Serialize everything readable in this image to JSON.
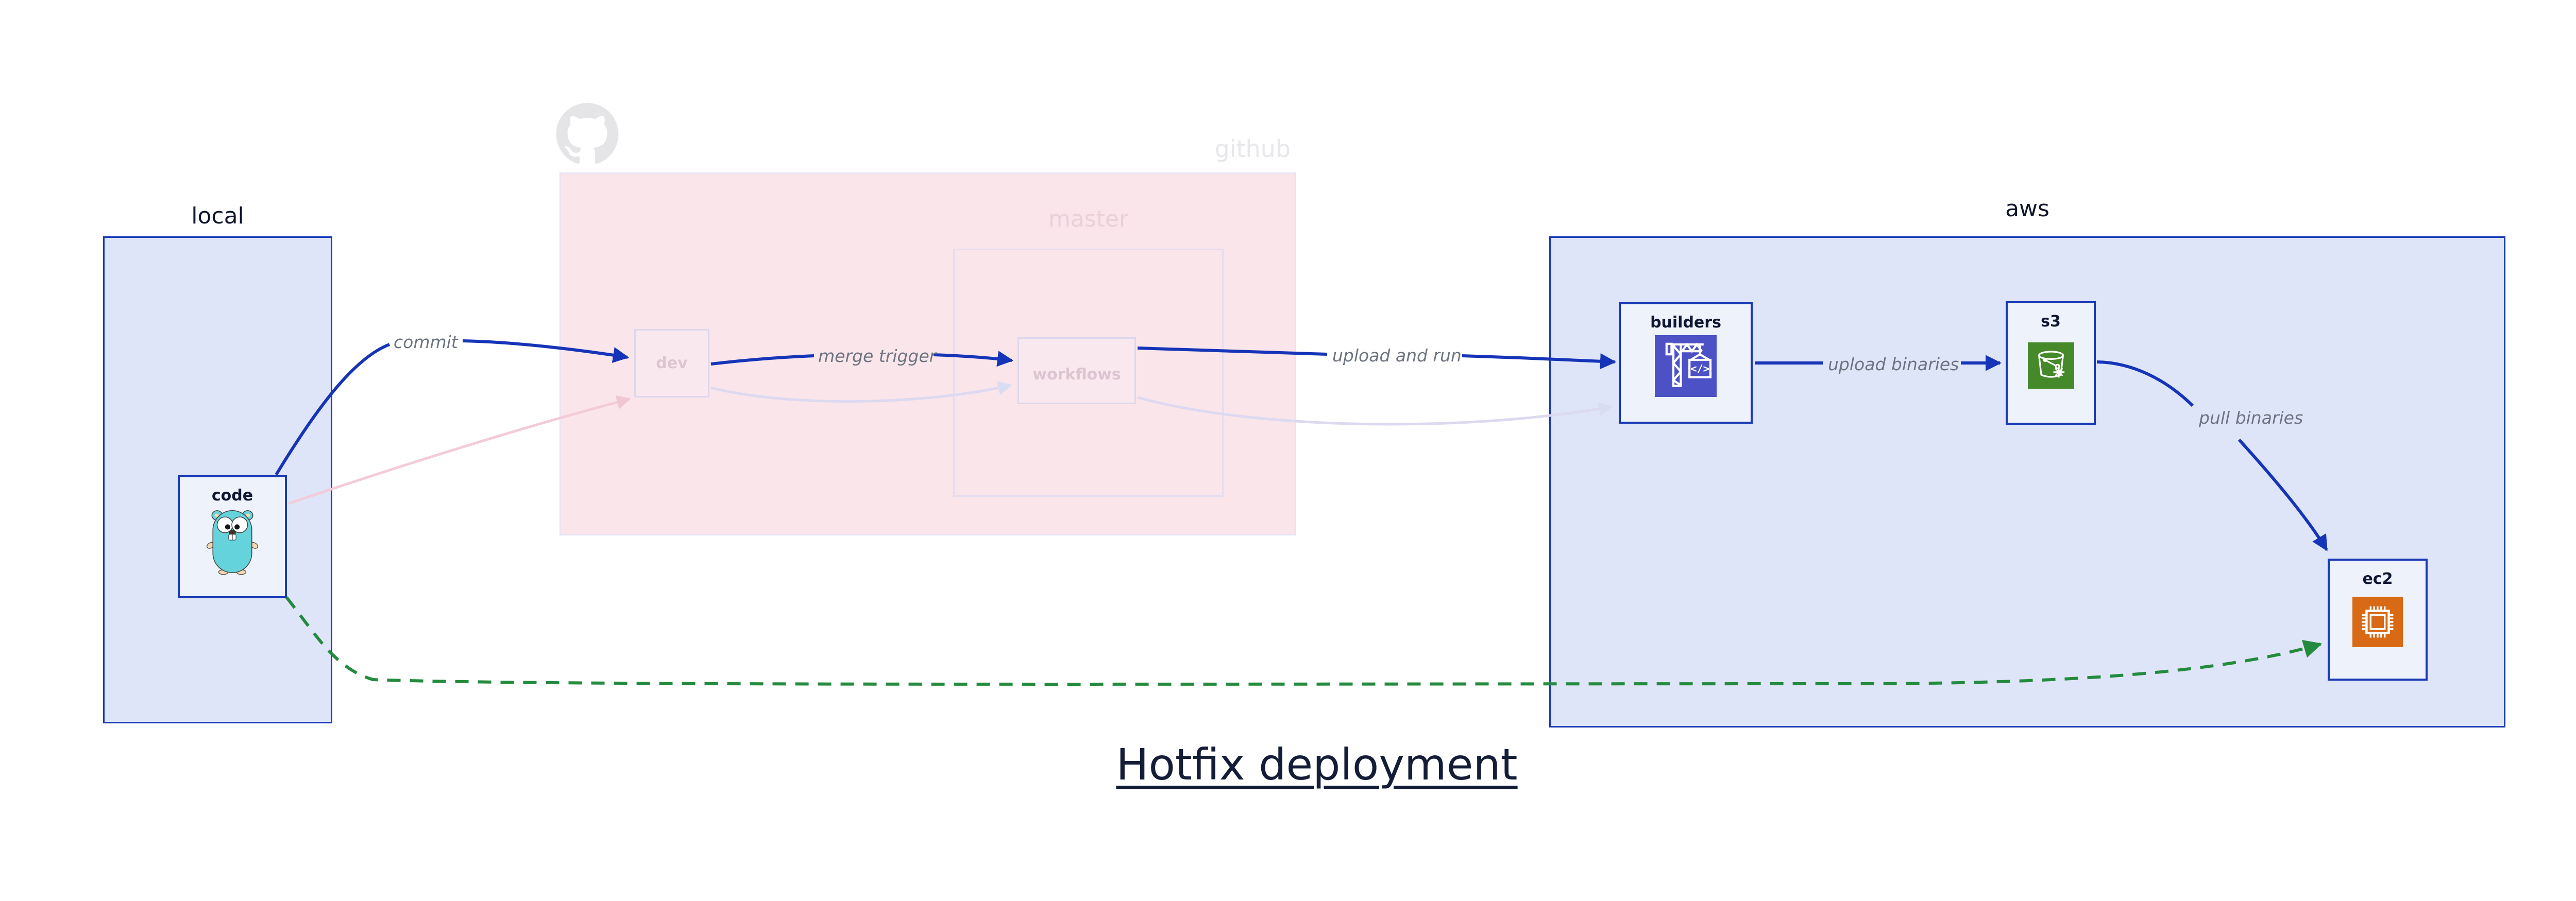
{
  "title": "Hotfix deployment",
  "clusters": {
    "local": {
      "label": "local"
    },
    "github": {
      "label": "github",
      "logo_icon": "github-octocat-icon"
    },
    "master": {
      "label": "master"
    },
    "aws": {
      "label": "aws"
    }
  },
  "nodes": {
    "code": {
      "label": "code",
      "icon": "go-gopher-icon"
    },
    "dev": {
      "label": "dev"
    },
    "workflows": {
      "label": "workflows"
    },
    "builders": {
      "label": "builders",
      "icon": "codebuild-crane-icon"
    },
    "s3": {
      "label": "s3",
      "icon": "s3-glacier-bucket-icon"
    },
    "ec2": {
      "label": "ec2",
      "icon": "cpu-chip-icon"
    }
  },
  "edges": {
    "commit": {
      "label": "commit"
    },
    "merge_trigger": {
      "label": "merge trigger"
    },
    "upload_and_run": {
      "label": "upload and run"
    },
    "upload_binaries": {
      "label": "upload binaries"
    },
    "pull_binaries": {
      "label": "pull binaries"
    },
    "hotfix_path": {
      "style": "green-dashed"
    }
  },
  "colors": {
    "edge_blue": "#1634b8",
    "edge_green": "#238b3d",
    "edge_faded_pink": "#f3cbd8",
    "edge_faded_lavender": "#dcd9f0",
    "cluster_border_blue": "#1a3ab5",
    "cluster_fill_blue": "#dfe5f8",
    "github_fill_pink": "#f9e5ea",
    "node_fill": "#eef2fb",
    "builders_icon_bg": "#4c51c6",
    "s3_icon_bg": "#45892a",
    "ec2_icon_bg": "#d96a15",
    "gopher_teal": "#65d3dc"
  }
}
